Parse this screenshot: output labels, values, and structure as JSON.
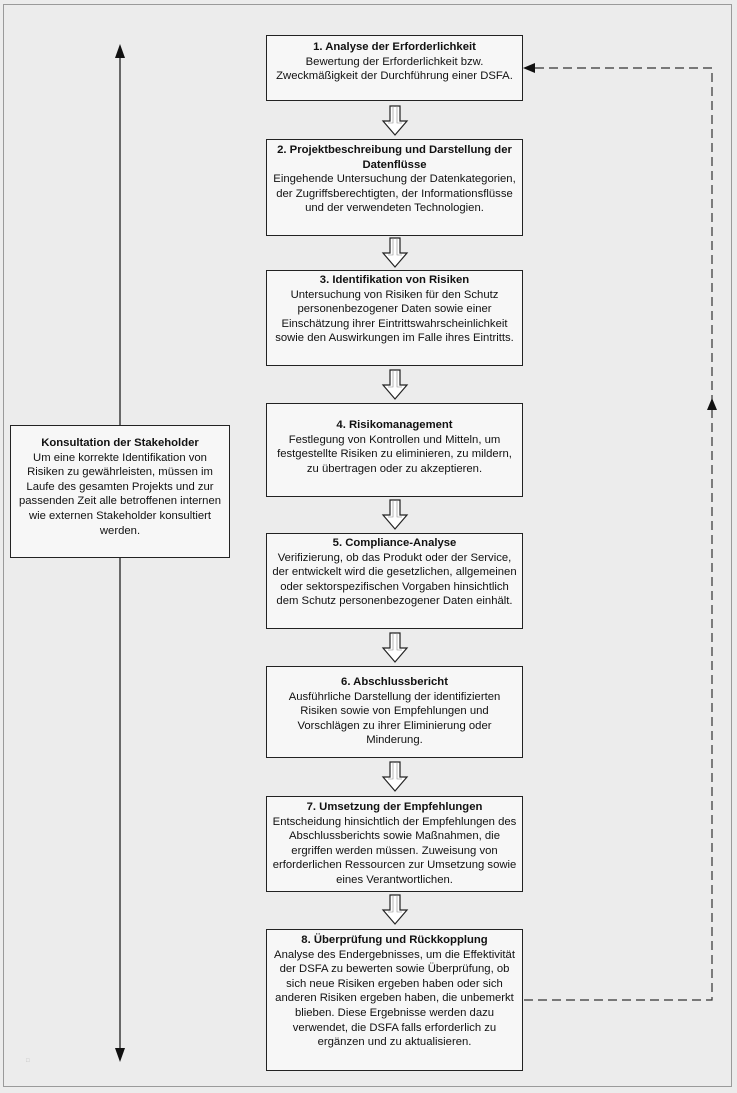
{
  "steps": [
    {
      "title": "1. Analyse der Erforderlichkeit",
      "desc": "Bewertung der Erforderlichkeit bzw. Zweckmäßigkeit der Durchführung einer DSFA."
    },
    {
      "title": "2. Projektbeschreibung und Darstellung der Datenflüsse",
      "desc": "Eingehende Untersuchung der Datenkategorien, der Zugriffsberechtigten, der Informationsflüsse und der verwendeten Technologien."
    },
    {
      "title": "3. Identifikation von Risiken",
      "desc": "Untersuchung von Risiken für den Schutz personenbezogener Daten sowie einer Einschätzung ihrer Eintrittswahrscheinlichkeit sowie den Auswirkungen im Falle ihres Eintritts."
    },
    {
      "title": "4. Risikomanagement",
      "desc": "Festlegung von Kontrollen und Mitteln, um festgestellte Risiken zu eliminieren, zu mildern, zu übertragen oder zu akzeptieren."
    },
    {
      "title": "5. Compliance-Analyse",
      "desc": "Verifizierung, ob das Produkt oder der Service, der entwickelt wird die gesetzlichen, allgemeinen oder sektorspezifischen Vorgaben hinsichtlich dem Schutz personenbezogener Daten einhält."
    },
    {
      "title": "6. Abschlussbericht",
      "desc": "Ausführliche Darstellung der identifizierten Risiken sowie von Empfehlungen und Vorschlägen zu ihrer Eliminierung oder Minderung."
    },
    {
      "title": "7. Umsetzung der Empfehlungen",
      "desc": "Entscheidung hinsichtlich der Empfehlungen des Abschlussberichts sowie Maßnahmen, die ergriffen werden müssen. Zuweisung von erforderlichen Ressourcen zur Umsetzung sowie eines Verantwortlichen."
    },
    {
      "title": "8. Überprüfung und Rückkopplung",
      "desc": "Analyse des Endergebnisses, um die Effektivität der DSFA zu bewerten sowie Überprüfung, ob sich neue Risiken ergeben haben oder sich anderen Risiken ergeben haben, die unbemerkt blieben. Diese Ergebnisse werden dazu verwendet, die DSFA falls erforderlich zu ergänzen und zu aktualisieren."
    }
  ],
  "stakeholder": {
    "title": "Konsultation der Stakeholder",
    "desc": "Um eine korrekte Identifikation von Risiken zu gewährleisten, müssen im Laufe des gesamten Projekts und zur passenden Zeit alle betroffenen internen wie externen Stakeholder konsultiert werden."
  },
  "colors": {
    "box_border": "#222222",
    "box_fill": "#f7f7f7",
    "arrow_fill": "#ffffff",
    "background": "#ececec"
  }
}
